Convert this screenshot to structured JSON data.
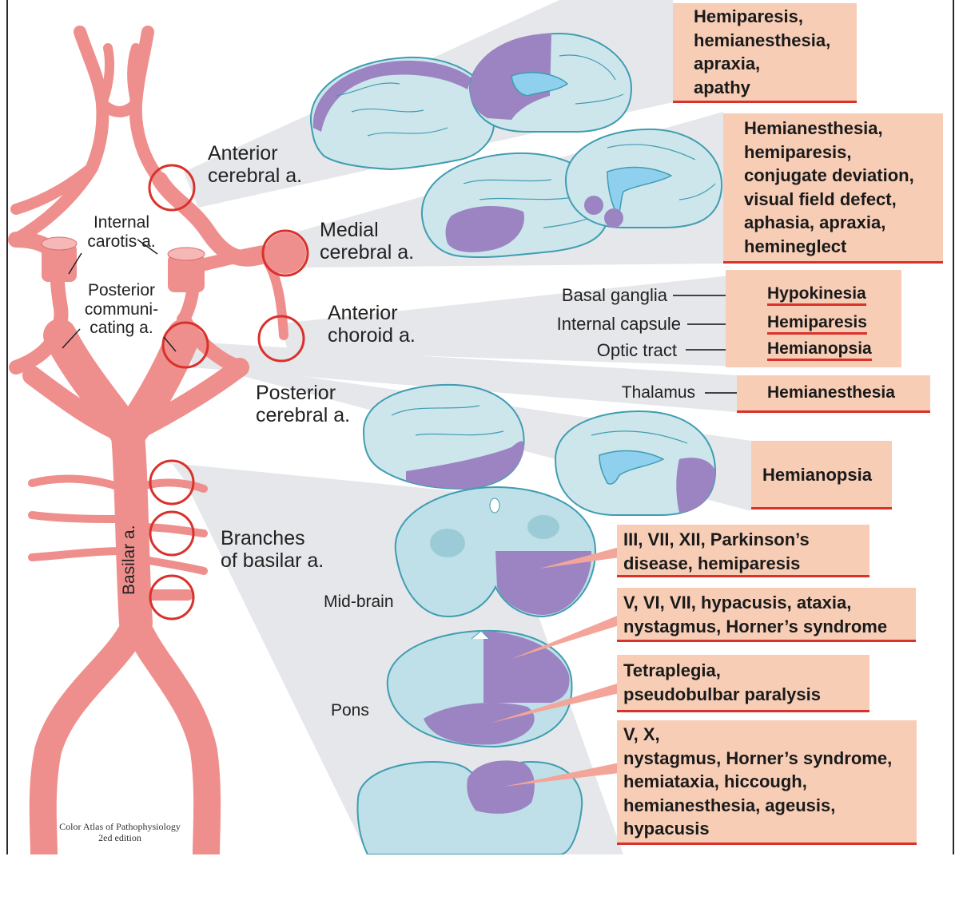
{
  "vessels": {
    "anterior_cerebral": [
      "Anterior",
      "cerebral a."
    ],
    "medial_cerebral": [
      "Medial",
      "cerebral a."
    ],
    "anterior_choroid": [
      "Anterior",
      "choroid a."
    ],
    "posterior_cerebral": [
      "Posterior",
      "cerebral a."
    ],
    "branches_basilar": [
      "Branches",
      "of basilar a."
    ],
    "internal_carotis": [
      "Internal",
      "carotis a."
    ],
    "posterior_communicating": [
      "Posterior",
      "communi-",
      "cating a."
    ],
    "basilar": "Basilar a."
  },
  "brainstem_levels": {
    "midbrain": "Mid-brain",
    "pons": "Pons"
  },
  "symptom_boxes": {
    "acA": [
      "Hemiparesis,",
      "hemianesthesia,",
      "apraxia,",
      "apathy"
    ],
    "mca": [
      "Hemianesthesia,",
      "hemiparesis,",
      "conjugate deviation,",
      "visual field defect,",
      "aphasia, apraxia,",
      "hemineglect"
    ],
    "pca_occipital": [
      "Hemianopsia"
    ],
    "midbrain": [
      "III, VII, XII, Parkinson’s",
      "disease, hemiparesis"
    ],
    "pons_lateral": [
      "V, VI, VII, hypacusis, ataxia,",
      "nystagmus, Horner’s syndrome"
    ],
    "pons_basal": [
      "Tetraplegia,",
      "pseudobulbar paralysis"
    ],
    "medulla": [
      "V, X,",
      "nystagmus, Horner’s syndrome,",
      "hemiataxia, hiccough,",
      "hemianesthesia, ageusis,",
      "hypacusis"
    ]
  },
  "structure_results": [
    {
      "structure": "Basal ganglia",
      "result": "Hypokinesia"
    },
    {
      "structure": "Internal capsule",
      "result": "Hemiparesis"
    },
    {
      "structure": "Optic tract",
      "result": "Hemianopsia"
    },
    {
      "structure": "Thalamus",
      "result": "Hemianesthesia"
    }
  ],
  "credit": [
    "Color Atlas of Pathophysiology",
    "2ed edition"
  ],
  "colors": {
    "artery": "#ef8f8d",
    "circle": "#d9312b",
    "brain": "#cde6ec",
    "brain_outline": "#3f9db1",
    "lesion": "#9c84c2",
    "ventricle": "#8fd0ee",
    "box": "#f7cdb6",
    "underline": "#d9312b",
    "beam": "#e6e7ea"
  }
}
